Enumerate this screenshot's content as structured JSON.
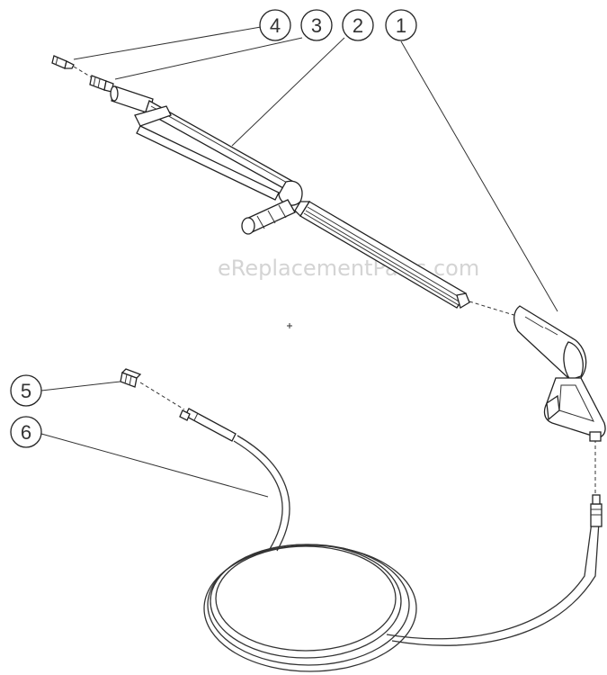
{
  "watermark": "eReplacementParts.com",
  "callouts": [
    {
      "label": "1"
    },
    {
      "label": "2"
    },
    {
      "label": "3"
    },
    {
      "label": "4"
    },
    {
      "label": "5"
    },
    {
      "label": "6"
    }
  ]
}
